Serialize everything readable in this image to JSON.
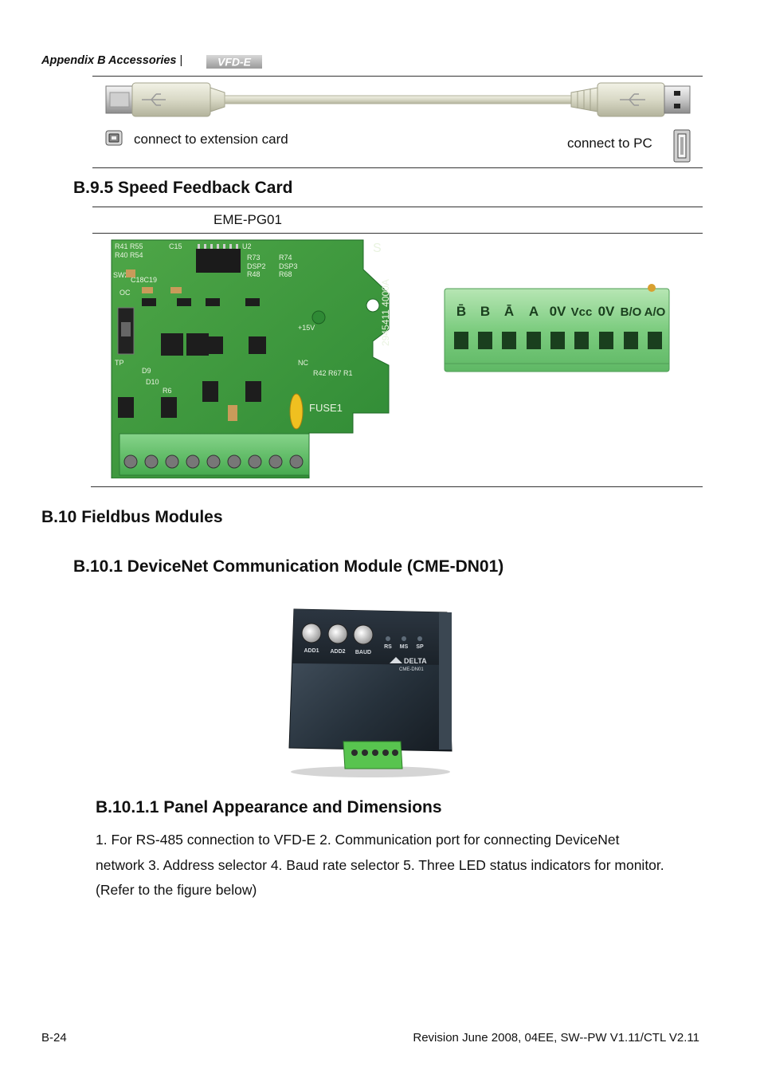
{
  "header": {
    "section": "Appendix B  Accessories",
    "separator": "|",
    "logo": "VFD-E"
  },
  "usb": {
    "left_label": "connect to extension card",
    "right_label": "connect to PC"
  },
  "speed_feedback": {
    "heading": "B.9.5 Speed Feedback Card",
    "model": "EME-PG01",
    "terminal_labels": [
      "B̄",
      "B",
      "Ā",
      "A",
      "0V",
      "Vcc",
      "0V",
      "B/O",
      "A/O"
    ]
  },
  "fieldbus": {
    "heading": "B.10 Fieldbus Modules"
  },
  "devicenet": {
    "heading": "B.10.1 DeviceNet Communication Module (CME-DN01)",
    "module": {
      "dial_labels": [
        "ADD1",
        "ADD2",
        "BAUD"
      ],
      "led_labels": [
        "RS",
        "MS",
        "SP"
      ],
      "brand": "DELTA",
      "model": "CME-DN01"
    }
  },
  "panel": {
    "heading": "B.10.1.1 Panel Appearance and Dimensions",
    "lines": [
      "1. For RS-485 connection to VFD-E 2. Communication port for connecting DeviceNet",
      "network 3. Address selector 4. Baud rate selector 5. Three LED status indicators for monitor.",
      "(Refer to the figure below)"
    ]
  },
  "footer": {
    "page": "B-24",
    "revision": "Revision June 2008, 04EE, SW--PW V1.11/CTL V2.11"
  }
}
